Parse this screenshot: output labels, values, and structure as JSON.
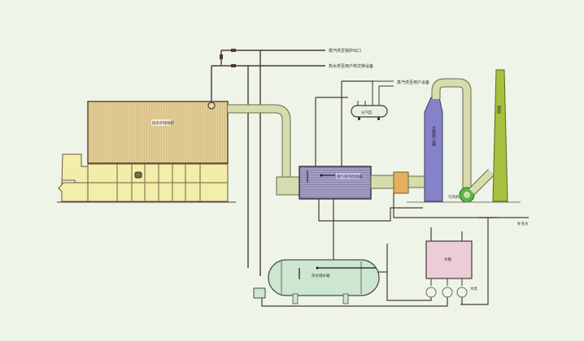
{
  "title": "锅炉余热回收系统流程图",
  "colors": {
    "background": "#eef4e8",
    "boiler_top": "#b8905a",
    "boiler_base": "#f2eeaa",
    "pipe_duct": "#d6dcae",
    "heat_exchanger": "#8a86b0",
    "scrubber_tower": "#8482c8",
    "chimney": "#a8c040",
    "fan": "#56b848",
    "tank": "#cce6d0",
    "water_box": "#ecccd6",
    "line": "#4a3a34"
  },
  "labels": {
    "top_line_1": "蒸汽供至锅炉出口",
    "top_line_2": "热水供至用户热交换设备",
    "boiler": "链条炉排锅炉",
    "heat_exchanger": "烟气余热回收器",
    "distributor": "分汽缸",
    "distributor_out": "蒸汽供至用户设备",
    "scrubber": "水膜除尘器",
    "chimney": "烟囱",
    "fan": "引风机",
    "make_up_water": "补充水",
    "water_tank": "水箱",
    "pumps": "水泵",
    "deaerator": "热水储水箱"
  }
}
